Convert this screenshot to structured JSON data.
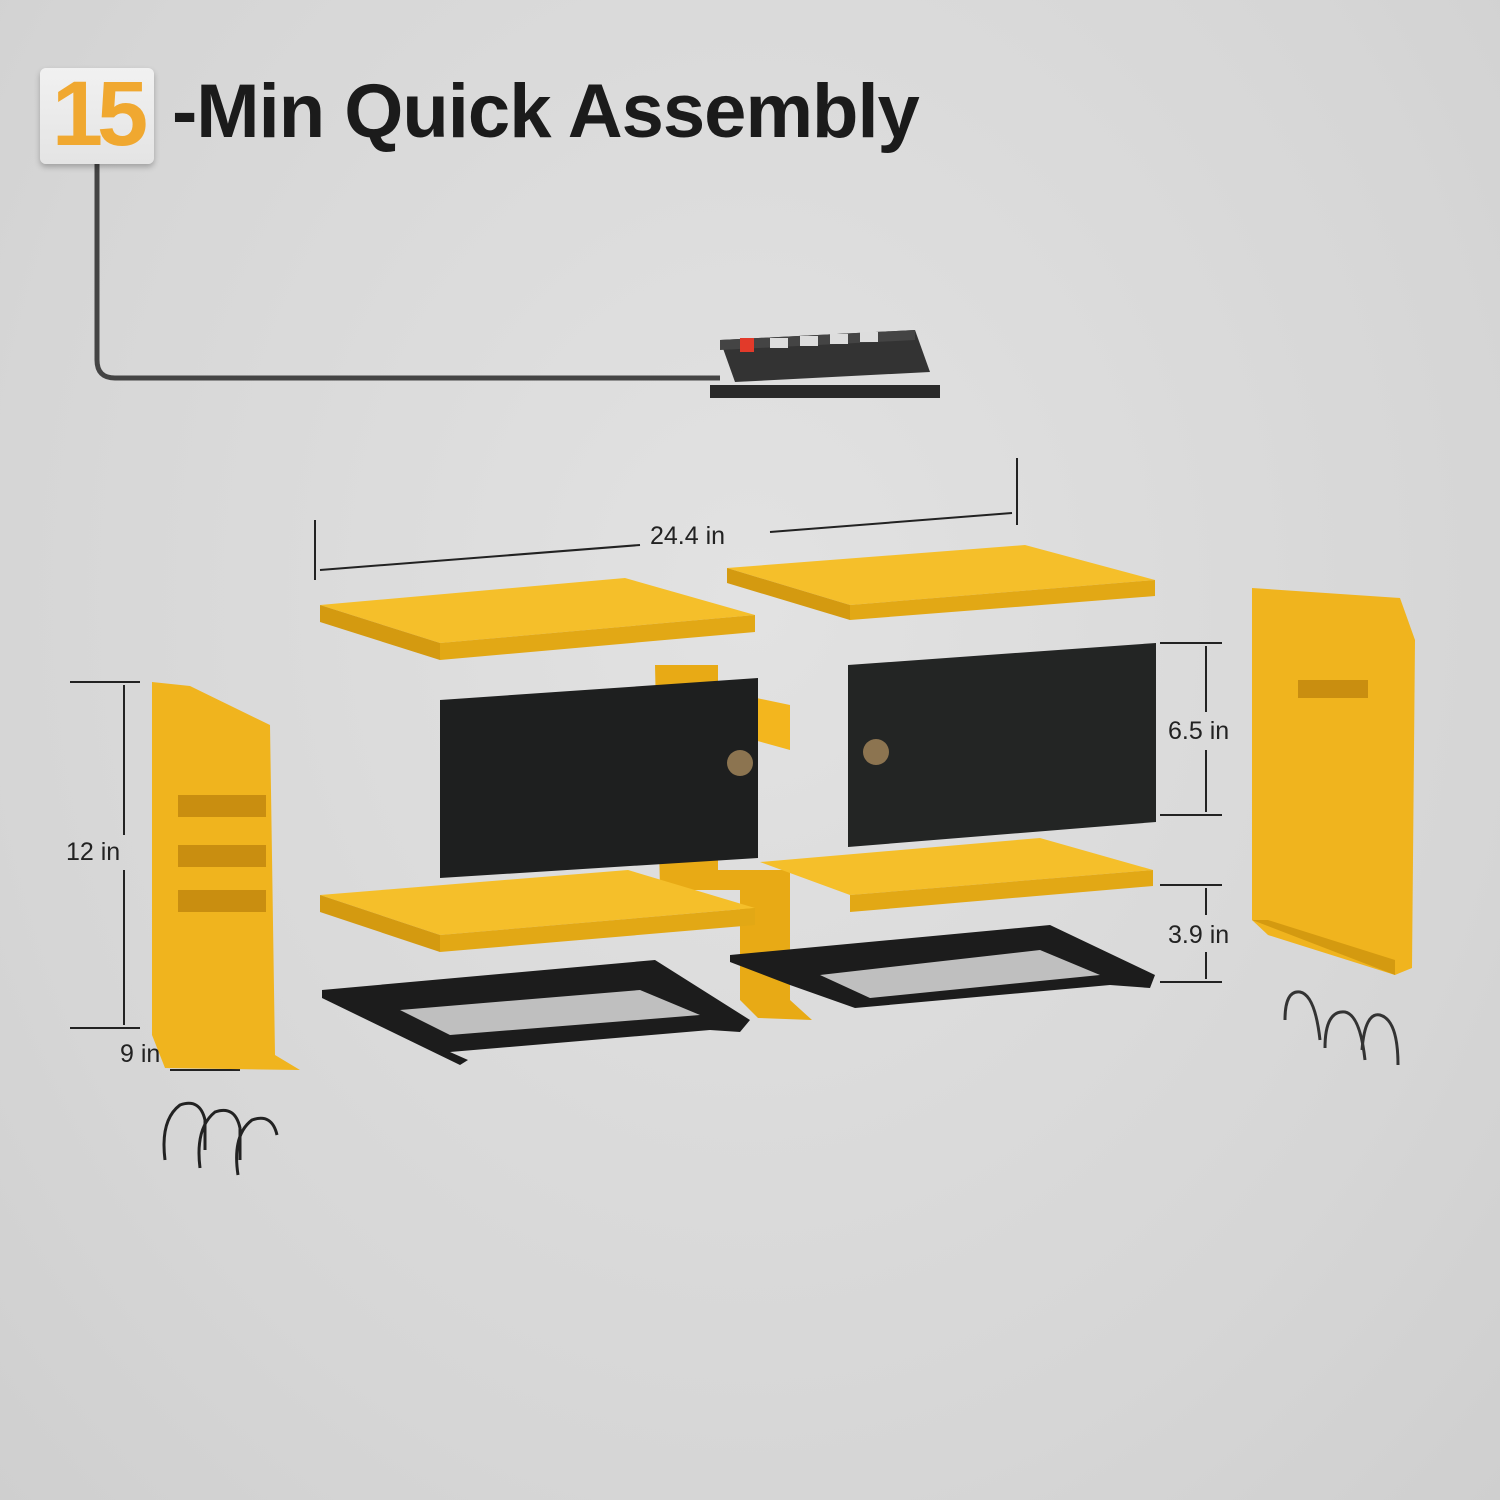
{
  "header": {
    "badge_number": "15",
    "title": "-Min Quick Assembly"
  },
  "dimensions": {
    "width": "24.4 in",
    "side_height": "12 in",
    "side_depth": "9 in",
    "door_height": "6.5 in",
    "drill_rack_height": "3.9 in"
  },
  "colors": {
    "accent_yellow": "#f2b21c",
    "panel_black": "#1e1f1f",
    "background": "#d9d9d9",
    "badge_orange": "#f0a830"
  }
}
